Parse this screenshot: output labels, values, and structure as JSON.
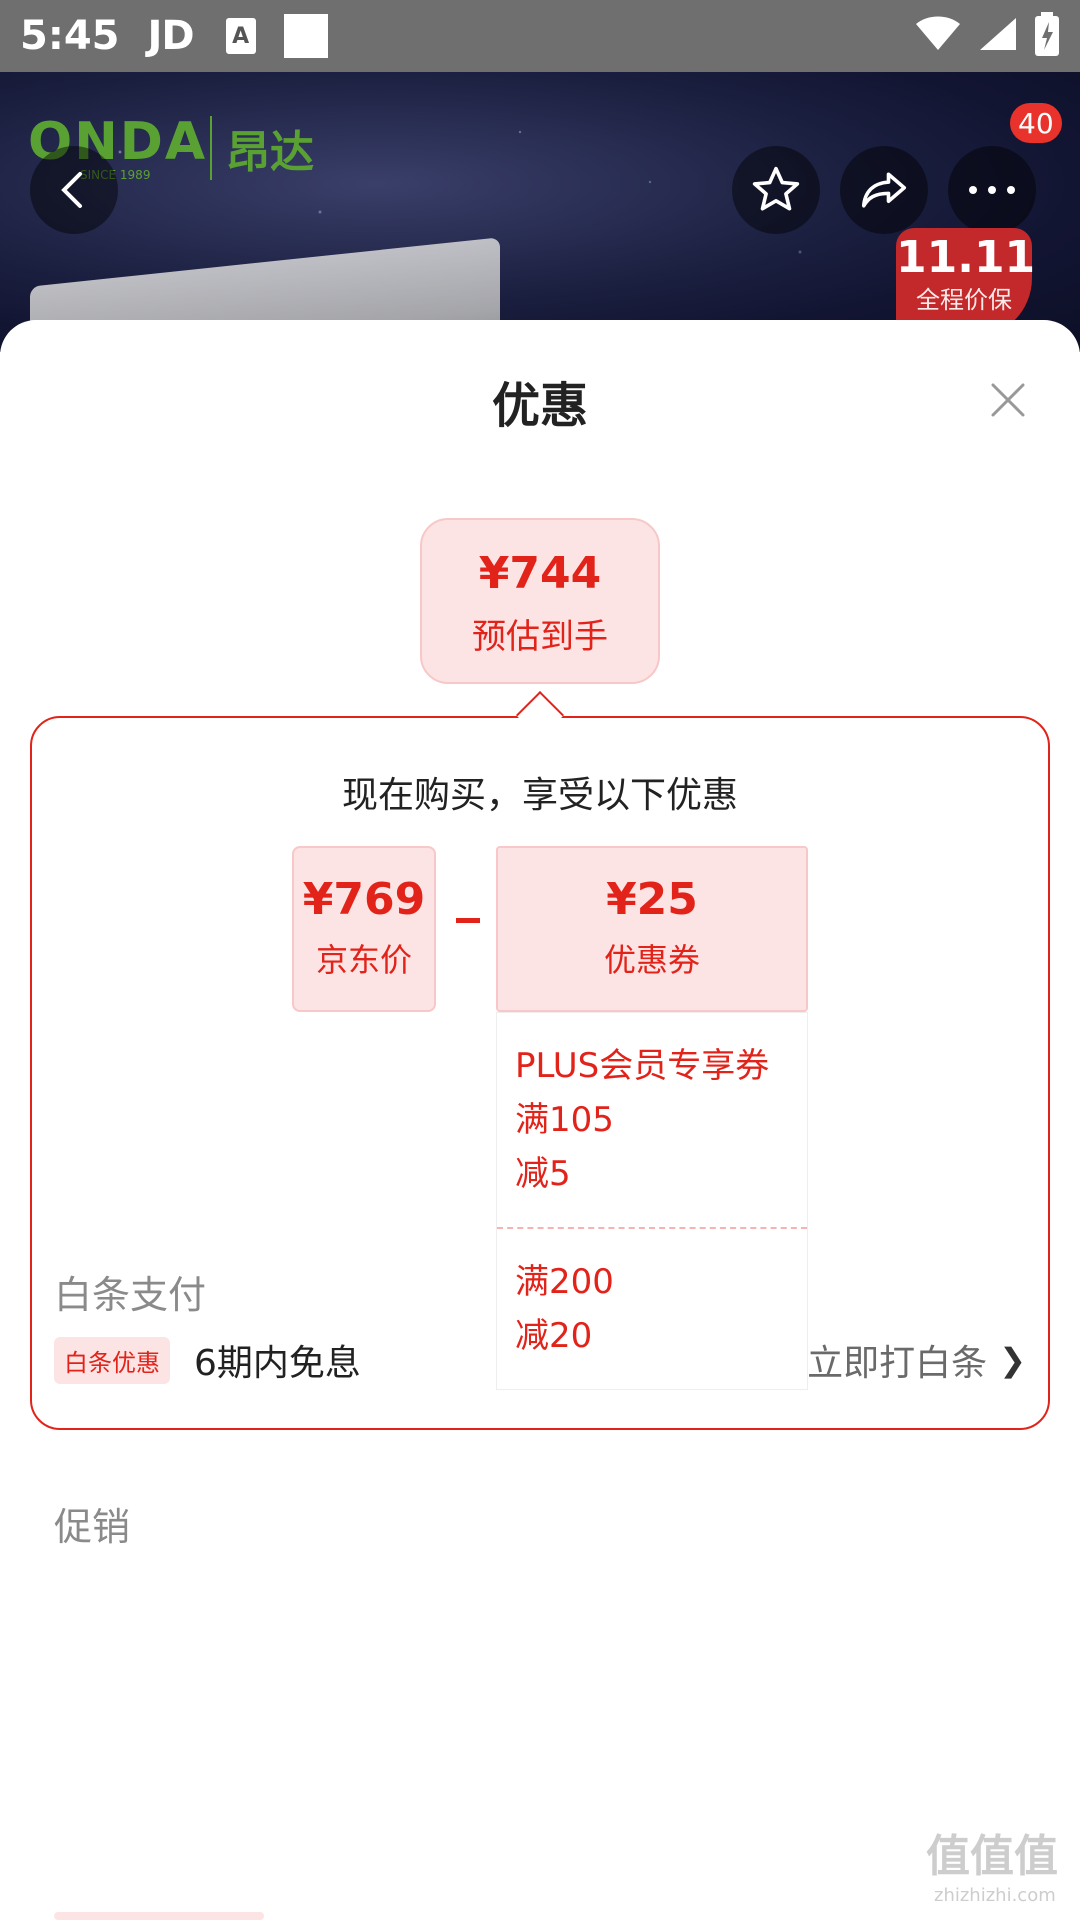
{
  "status_bar": {
    "time": "5:45",
    "app": "JD",
    "a_icon": "A"
  },
  "hero": {
    "brand_logo": "ONDA",
    "brand_cn": "昂达",
    "brand_since": "SINCE 1989",
    "cart_count": "40",
    "promo_main": "11.11",
    "promo_sub": "全程价保"
  },
  "sheet": {
    "title": "优惠",
    "final_price": {
      "amount": "¥744",
      "label": "预估到手"
    },
    "breakdown": {
      "heading": "现在购买，享受以下优惠",
      "jd_price": {
        "amount": "¥769",
        "label": "京东价"
      },
      "coupon": {
        "amount": "¥25",
        "label": "优惠券"
      },
      "coupons": [
        {
          "line1": "PLUS会员专享券",
          "line2": "满105",
          "line3": "减5"
        },
        {
          "line1": "满200",
          "line2": "减20"
        }
      ]
    },
    "baitiao": {
      "section_label": "白条支付",
      "tag": "白条优惠",
      "text": "6期内免息",
      "action": "立即打白条"
    },
    "promotion": {
      "section_label": "促销"
    }
  },
  "watermark": {
    "main": "值值值",
    "sub": "zhizhizhi.com"
  },
  "colors": {
    "accent": "#e2231a",
    "accent_bg": "#fde4e4",
    "status_bar": "#6f6f6f"
  }
}
